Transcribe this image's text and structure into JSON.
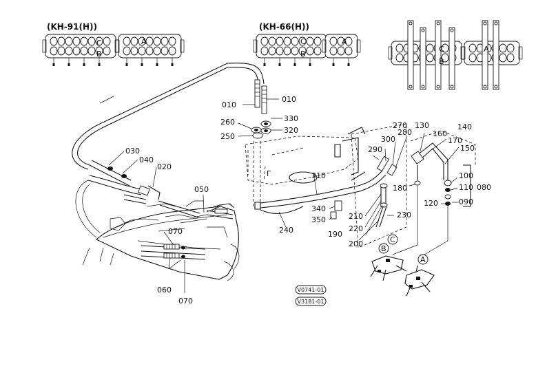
{
  "variants": {
    "left": "(KH-91(H))",
    "middle": "(KH-66(H))"
  },
  "valve_letters": {
    "a": "A",
    "b": "B",
    "c": "C"
  },
  "labels": {
    "p010": "010",
    "p020": "020",
    "p030": "030",
    "p040": "040",
    "p050": "050",
    "p060": "060",
    "p070": "070",
    "p080": "080",
    "p090": "090",
    "p100": "100",
    "p110": "110",
    "p120": "120",
    "p130": "130",
    "p140": "140",
    "p150": "150",
    "p160": "160",
    "p170": "170",
    "p180": "180",
    "p190": "190",
    "p200": "200",
    "p210": "210",
    "p220": "220",
    "p230": "230",
    "p240": "240",
    "p250": "250",
    "p260": "260",
    "p270": "270",
    "p280": "280",
    "p290": "290",
    "p300": "300",
    "p310": "310",
    "p320": "320",
    "p330": "330",
    "p340": "340",
    "p350": "350"
  },
  "stamps": {
    "top": "V0741-01",
    "bottom": "V3181-01"
  }
}
